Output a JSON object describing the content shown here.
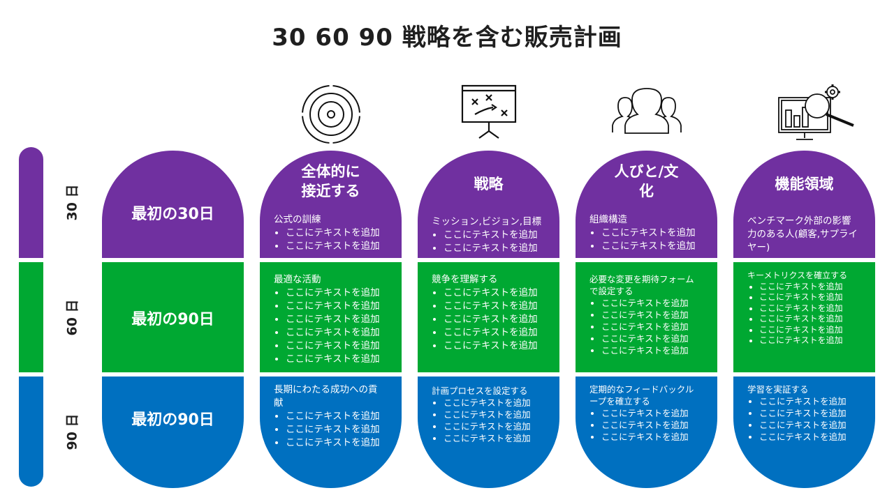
{
  "title": "30 60 90 戦略を含む販売計画",
  "colors": {
    "purple": "#7030a0",
    "green": "#00a832",
    "blue": "#0070c0"
  },
  "timeline": [
    "30 日",
    "60 日",
    "90 日"
  ],
  "row_labels": [
    "最初の30日",
    "最初の90日",
    "最初の90日"
  ],
  "columns": [
    {
      "icon": "target-icon",
      "heading": "全体的に\n接近する",
      "rows": [
        {
          "sub": "公式の訓練",
          "items": [
            "ここにテキストを追加",
            "ここにテキストを追加"
          ]
        },
        {
          "sub": "最適な活動",
          "items": [
            "ここにテキストを追加",
            "ここにテキストを追加",
            "ここにテキストを追加",
            "ここにテキストを追加",
            "ここにテキストを追加",
            "ここにテキストを追加"
          ]
        },
        {
          "sub": "長期にわたる成功への貢献",
          "items": [
            "ここにテキストを追加",
            "ここにテキストを追加",
            "ここにテキストを追加"
          ]
        }
      ]
    },
    {
      "icon": "strategy-board-icon",
      "heading": "戦略",
      "rows": [
        {
          "sub": "ミッション,ビジョン,目標",
          "items": [
            "ここにテキストを追加",
            "ここにテキストを追加"
          ]
        },
        {
          "sub": "競争を理解する",
          "items": [
            "ここにテキストを追加",
            "ここにテキストを追加",
            "ここにテキストを追加",
            "ここにテキストを追加",
            "ここにテキストを追加"
          ]
        },
        {
          "sub": "計画プロセスを設定する",
          "items": [
            "ここにテキストを追加",
            "ここにテキストを追加",
            "ここにテキストを追加",
            "ここにテキストを追加"
          ]
        }
      ]
    },
    {
      "icon": "people-group-icon",
      "heading": "人びと/文\n化",
      "rows": [
        {
          "sub": "組織構造",
          "items": [
            "ここにテキストを追加",
            "ここにテキストを追加"
          ]
        },
        {
          "sub": "必要な変更を期待フォームで設定する",
          "items": [
            "ここにテキストを追加",
            "ここにテキストを追加",
            "ここにテキストを追加",
            "ここにテキストを追加",
            "ここにテキストを追加"
          ]
        },
        {
          "sub": "定期的なフィードバックループを確立する",
          "items": [
            "ここにテキストを追加",
            "ここにテキストを追加",
            "ここにテキストを追加"
          ]
        }
      ]
    },
    {
      "icon": "analytics-monitor-icon",
      "heading": "機能領域",
      "rows": [
        {
          "sub": "ベンチマーク外部の影響力のある人(顧客,サプライヤー)",
          "items": []
        },
        {
          "sub": "キーメトリクスを確立する",
          "items": [
            "ここにテキストを追加",
            "ここにテキストを追加",
            "ここにテキストを追加",
            "ここにテキストを追加",
            "ここにテキストを追加",
            "ここにテキストを追加"
          ]
        },
        {
          "sub": "学習を実証する",
          "items": [
            "ここにテキストを追加",
            "ここにテキストを追加",
            "ここにテキストを追加",
            "ここにテキストを追加"
          ]
        }
      ]
    }
  ]
}
